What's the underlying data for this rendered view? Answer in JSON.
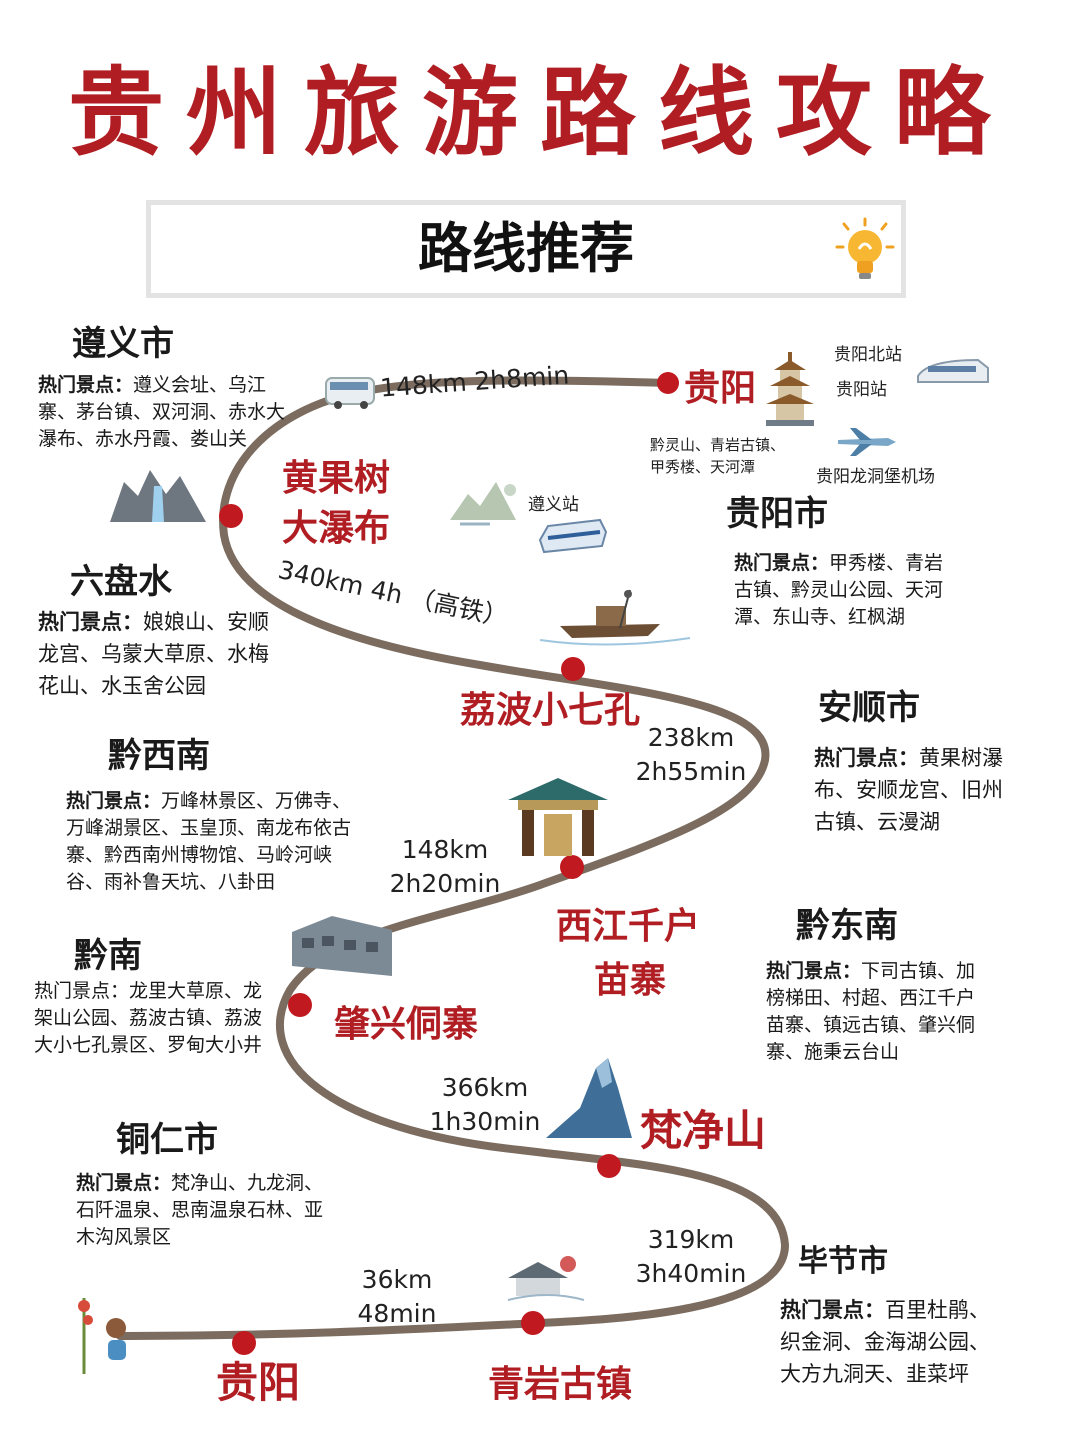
{
  "title": "贵州旅游路线攻略",
  "banner": "路线推荐",
  "colors": {
    "accent": "#b01e23",
    "route": "#7b6c5f",
    "stop_dot": "#c0191f"
  },
  "route_stops": [
    "贵阳",
    "黄果树大瀑布",
    "荔波小七孔",
    "西江千户苗寨",
    "肇兴侗寨",
    "梵净山",
    "青岩古镇",
    "贵阳"
  ],
  "stops": {
    "guiyang_start": "贵阳",
    "huangguoshu_1": "黄果树",
    "huangguoshu_2": "大瀑布",
    "libo": "荔波小七孔",
    "xijiang_1": "西江千户",
    "xijiang_2": "苗寨",
    "zhaoxing": "肇兴侗寨",
    "fanjingshan": "梵净山",
    "qingyan": "青岩古镇",
    "guiyang_end": "贵阳"
  },
  "legs": {
    "leg1": "148km  2h8min",
    "leg2": "340km 4h （高铁）",
    "leg3_km": "238km",
    "leg3_t": "2h55min",
    "leg4_km": "148km",
    "leg4_t": "2h20min",
    "leg5_km": "366km",
    "leg5_t": "1h30min",
    "leg6_km": "319km",
    "leg6_t": "3h40min",
    "leg7_km": "36km",
    "leg7_t": "48min"
  },
  "guiyang_info": {
    "station_north": "贵阳北站",
    "station": "贵阳站",
    "airport": "贵阳龙洞堡机场",
    "nearby_1": "黔灵山、青岩古镇、",
    "nearby_2": "甲秀楼、天河潭",
    "zunyi_station": "遵义站"
  },
  "regions": {
    "zunyi": {
      "name": "遵义市",
      "label": "热门景点：",
      "spots": "遵义会址、乌江寨、茅台镇、双河洞、赤水大瀑布、赤水丹霞、娄山关"
    },
    "liupanshui": {
      "name": "六盘水",
      "label": "热门景点：",
      "spots": "娘娘山、安顺龙宫、乌蒙大草原、水梅花山、水玉舍公园"
    },
    "qianxinan": {
      "name": "黔西南",
      "label": "热门景点：",
      "spots": "万峰林景区、万佛寺、万峰湖景区、玉皇顶、南龙布依古寨、黔西南州博物馆、马岭河峡谷、雨补鲁天坑、八卦田"
    },
    "qiannan": {
      "name": "黔南",
      "label": "热门景点：",
      "spots": "龙里大草原、龙架山公园、荔波古镇、荔波大小七孔景区、罗甸大小井"
    },
    "tongren": {
      "name": "铜仁市",
      "label": "热门景点：",
      "spots": "梵净山、九龙洞、石阡温泉、思南温泉石林、亚木沟风景区"
    },
    "guiyangshi": {
      "name": "贵阳市",
      "label": "热门景点：",
      "spots": "甲秀楼、青岩古镇、黔灵山公园、天河潭、东山寺、红枫湖"
    },
    "anshun": {
      "name": "安顺市",
      "label": "热门景点：",
      "spots": "黄果树瀑布、安顺龙宫、旧州古镇、云漫湖"
    },
    "qiandongnan": {
      "name": "黔东南",
      "label": "热门景点：",
      "spots": "下司古镇、加榜梯田、村超、西江千户苗寨、镇远古镇、肇兴侗寨、施秉云台山"
    },
    "bijie": {
      "name": "毕节市",
      "label": "热门景点：",
      "spots": "百里杜鹃、织金洞、金海湖公园、大方九洞天、韭菜坪"
    }
  },
  "icons": [
    "lightbulb-icon",
    "bus-icon",
    "train-icon",
    "plane-icon",
    "pagoda-icon",
    "waterfall-icon",
    "mountain-icon",
    "boat-icon",
    "gate-icon",
    "village-icon",
    "peak-icon",
    "town-icon",
    "monkey-icon"
  ]
}
